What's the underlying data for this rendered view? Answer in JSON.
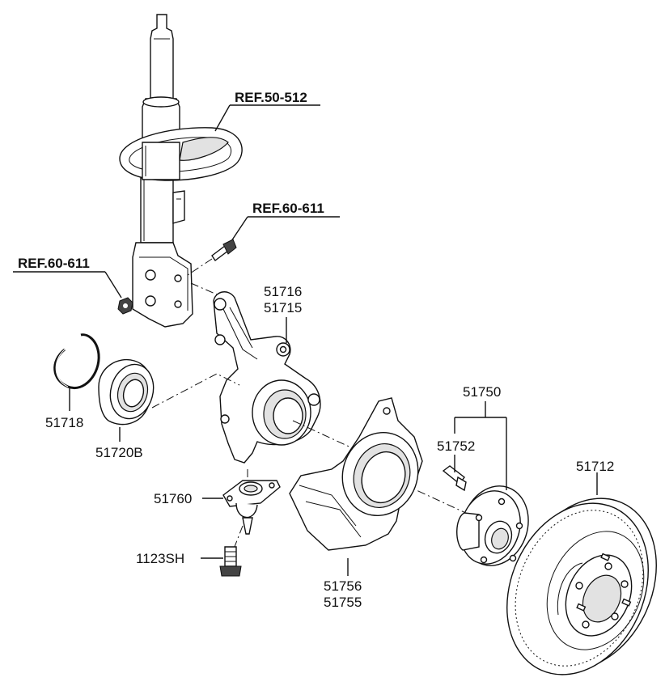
{
  "references": [
    {
      "id": "ref-50-512",
      "text": "REF.50-512"
    },
    {
      "id": "ref-60-611-upper",
      "text": "REF.60-611"
    },
    {
      "id": "ref-60-611-lower",
      "text": "REF.60-611"
    }
  ],
  "part_labels": {
    "p51716": "51716",
    "p51715": "51715",
    "p51750": "51750",
    "p51752": "51752",
    "p51718": "51718",
    "p51720b": "51720B",
    "p51760": "51760",
    "p1123sh": "1123SH",
    "p51756": "51756",
    "p51755": "51755",
    "p51712": "51712"
  },
  "icons": {
    "strut": "strut-assembly-icon",
    "spring_seat": "spring-seat-icon",
    "knuckle": "steering-knuckle-icon",
    "bearing": "wheel-bearing-icon",
    "snap_ring": "snap-ring-icon",
    "ball_joint": "ball-joint-icon",
    "dust_cover": "dust-cover-icon",
    "hub": "wheel-hub-icon",
    "disc": "brake-disc-icon"
  }
}
